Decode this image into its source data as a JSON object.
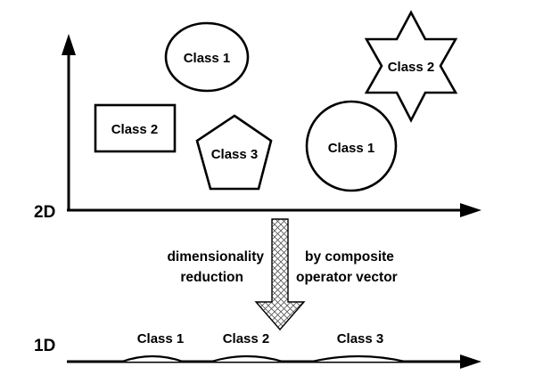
{
  "axes": {
    "top_label": "2D",
    "bottom_label": "1D"
  },
  "shapes": {
    "ellipse_top_label": "Class 1",
    "star_label": "Class 2",
    "rect_label": "Class 2",
    "pentagon_label": "Class 3",
    "circle_label": "Class 1"
  },
  "arrow": {
    "left_line1": "dimensionality",
    "left_line2": "reduction",
    "right_line1": "by composite",
    "right_line2": "operator vector"
  },
  "line_1d": {
    "label_1": "Class 1",
    "label_2": "Class 2",
    "label_3": "Class 3"
  },
  "colors": {
    "stroke": "#000000",
    "fill": "#ffffff",
    "hatch": "#555555"
  }
}
